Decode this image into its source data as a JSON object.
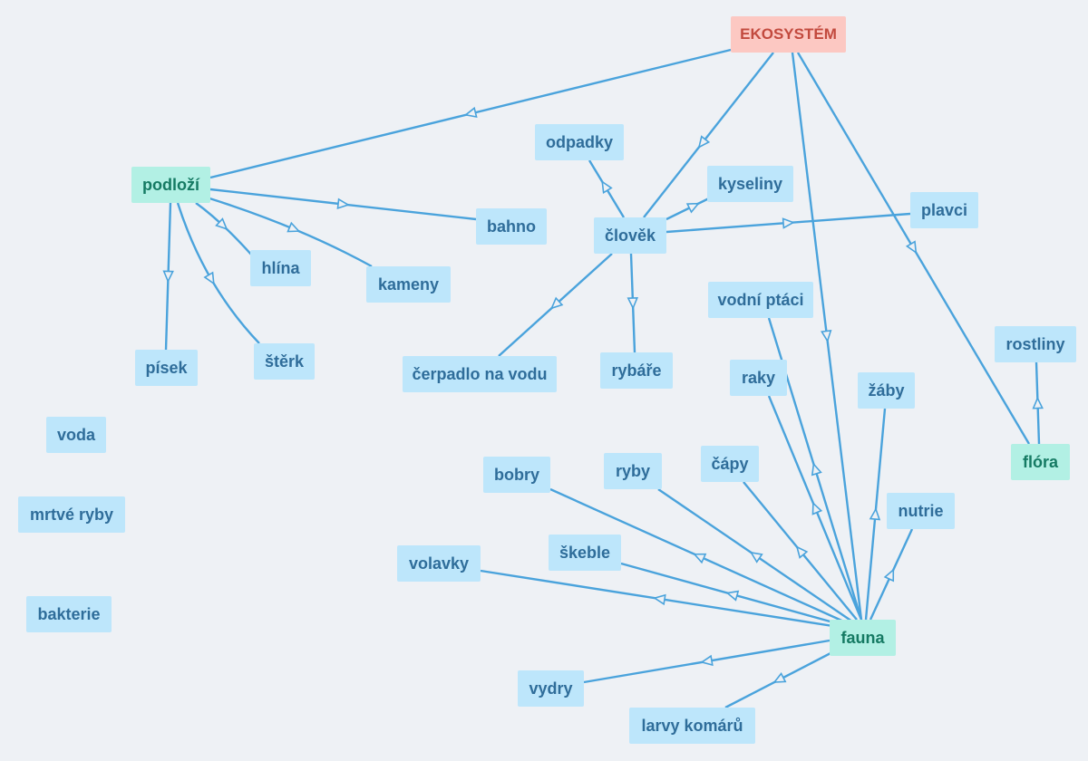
{
  "diagram": {
    "root": "EKOSYSTÉM",
    "groups": {
      "podlozi": "podloží",
      "flora": "flóra",
      "fauna": "fauna"
    },
    "nodes": {
      "odpadky": "odpadky",
      "kyseliny": "kyseliny",
      "clovek": "člověk",
      "plavci": "plavci",
      "bahno": "bahno",
      "hlina": "hlína",
      "kameny": "kameny",
      "pisek": "písek",
      "sterk": "štěrk",
      "cerpadlo": "čerpadlo na vodu",
      "rybare": "rybáře",
      "vodni_ptaci": "vodní ptáci",
      "raky": "raky",
      "zaby": "žáby",
      "rostliny": "rostliny",
      "bobry": "bobry",
      "ryby": "ryby",
      "capy": "čápy",
      "nutrie": "nutrie",
      "volavky": "volavky",
      "skeble": "škeble",
      "vydry": "vydry",
      "larvy": "larvy komárů",
      "voda": "voda",
      "mrtve_ryby": "mrtvé ryby",
      "bakterie": "bakterie"
    },
    "colors": {
      "edge": "#4aa3dc",
      "root_fill": "#fcc8c2",
      "group_fill": "#b2f0e4",
      "node_fill": "#bde6fb"
    }
  }
}
